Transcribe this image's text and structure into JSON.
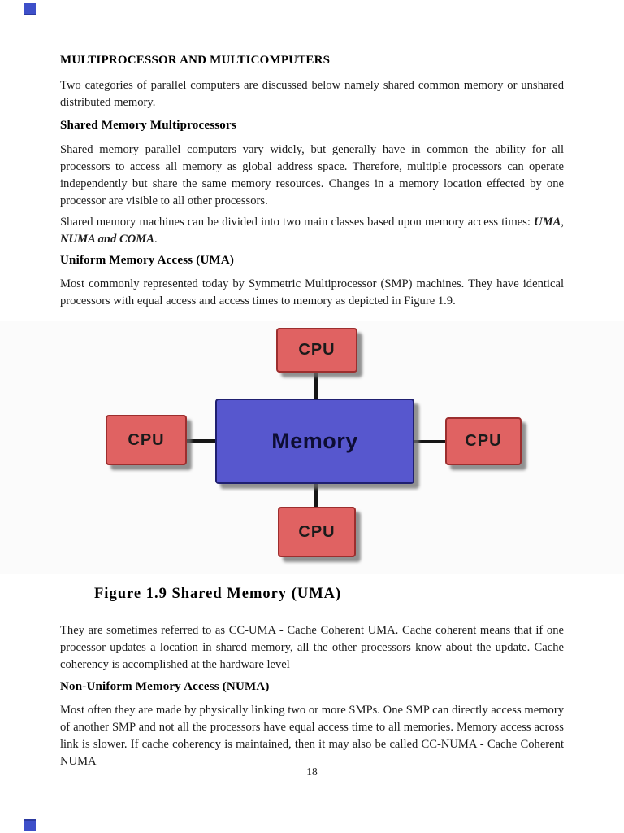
{
  "page": {
    "number": "18",
    "corner_marker_color": "#3d4fc9",
    "background_color": "#ffffff"
  },
  "document": {
    "h1": "MULTIPROCESSOR AND MULTICOMPUTERS",
    "p1": "Two categories of parallel computers are discussed below namely shared common memory or unshared distributed memory.",
    "h2": "Shared Memory Multiprocessors",
    "p2": "Shared memory parallel computers vary widely, but generally have in common the ability for all processors to access all memory as global address space. Therefore, multiple processors can operate independently but share the same memory resources.  Changes in a memory location effected by one processor are visible to all other processors.",
    "p3_lead": "Shared memory machines can be divided into two main classes based upon memory access times: ",
    "p3_emph1": "UMA",
    "p3_sep": ", ",
    "p3_emph2": "NUMA and COMA",
    "p3_end": ".",
    "h3": "Uniform Memory Access (UMA)",
    "p4": "Most commonly represented today by Symmetric Multiprocessor (SMP) machines. They have identical processors with equal access and access times to memory as depicted in Figure 1.9.",
    "p5": "They are sometimes referred to as CC-UMA - Cache Coherent UMA. Cache coherent means that if one processor updates a location in shared memory, all the other processors know about the update. Cache coherency is accomplished at the hardware level",
    "h4": "Non-Uniform Memory Access (NUMA)",
    "p6": "Most often they are made by physically linking two or more SMPs. One SMP can directly access memory of another SMP and not all the processors have equal access time to all memories. Memory access across link is slower. If cache coherency is maintained, then it may also be called CC-NUMA - Cache Coherent NUMA"
  },
  "figure": {
    "caption": "Figure 1.9 Shared Memory (UMA)",
    "memory_label": "Memory",
    "cpu_label": "CPU",
    "cpu_fill_color": "#e06262",
    "cpu_border_color": "#9c2e2e",
    "memory_fill_color": "#5757ce",
    "memory_border_color": "#1f1f70",
    "connector_color": "#151515"
  }
}
